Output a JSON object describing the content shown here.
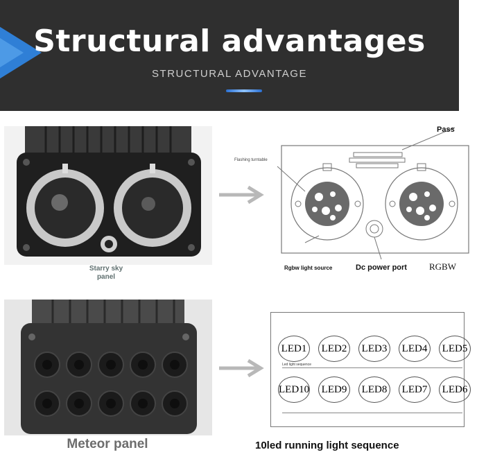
{
  "header": {
    "title": "Structural advantages",
    "subtitle": "STRUCTURAL ADVANTAGE"
  },
  "starry": {
    "caption": "Starry sky panel",
    "diagram": {
      "pass_label": "Pass",
      "turntable_label": "Flashing turntable",
      "rgbw_label": "Rgbw light source",
      "dc_label": "Dc power port",
      "rgbw_right_label": "RGBW"
    }
  },
  "meteor": {
    "caption": "Meteor panel",
    "diagram_caption": "10led running light sequence",
    "sequence_label": "Led light sequence",
    "top_row": [
      "LED1",
      "LED2",
      "LED3",
      "LED4",
      "LED5"
    ],
    "bottom_row": [
      "LED10",
      "LED9",
      "LED8",
      "LED7",
      "LED6"
    ]
  },
  "colors": {
    "header_bg": "#2f2f2f",
    "accent_blue": "#2f7fd6",
    "caption_gray": "#6d6d6d"
  }
}
